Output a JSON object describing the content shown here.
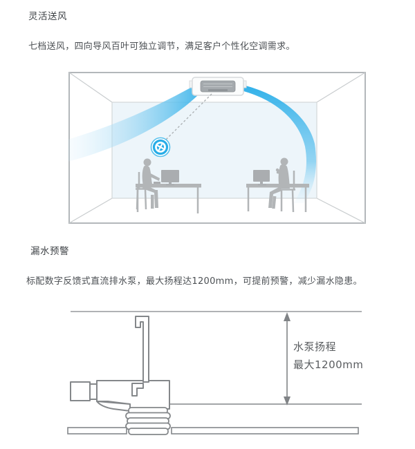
{
  "page": {
    "background": "#ffffff"
  },
  "sections": {
    "flexible_air": {
      "title": "灵活送风",
      "description": "七档送风，四向导风百叶可独立调节，满足客户个性化空调需求。"
    },
    "leak_warning": {
      "title": "漏水预警",
      "description": "标配数字反馈式直流排水泵，最大扬程达1200mm，可提前预警，减少漏水隐患。"
    }
  },
  "illustrations": {
    "airflow_room": {
      "name": "ceiling-cassette-airflow-room",
      "elements": [
        "room-perspective-box",
        "ceiling-cassette-unit",
        "left-air-stream",
        "right-air-stream",
        "fan-mode-icon",
        "dashed-pointer-line",
        "left-worker-at-desk",
        "right-worker-at-desk"
      ],
      "accent_blue": "#2eafe8",
      "stream_blue_light": "#cfeafa",
      "outline_gray": "#b3b7ba",
      "silhouette_gray": "#b2b5b7",
      "back_wall_tint": "#edf5fa"
    },
    "pump_diagram": {
      "name": "drain-pump-lift-diagram",
      "label_line1": "水泵扬程",
      "label_line2": "最大1200mm",
      "elements": [
        "ceiling-slab-line",
        "drain-pipe-outline",
        "drain-pump-body",
        "corrugated-drain-hose",
        "ceiling-panel-bars",
        "double-headed-arrow"
      ],
      "line_gray": "#84878a",
      "label_color": "#595c5f"
    }
  }
}
